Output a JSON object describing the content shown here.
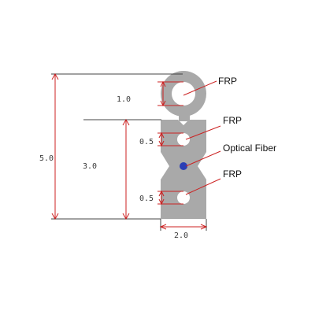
{
  "dimensions": {
    "total_height": "5.0",
    "upper_hole": "1.0",
    "body_height": "3.0",
    "hole_mid": "0.5",
    "hole_low": "0.5",
    "width": "2.0"
  },
  "callouts": {
    "frp_top": "FRP",
    "frp_mid": "FRP",
    "optical_fiber": "Optical Fiber",
    "frp_bottom": "FRP"
  },
  "colors": {
    "cable": "#a9a9a9",
    "dimension_line": "#cc2222",
    "leader": "#cc2222",
    "fiber": "#2b3fb5"
  }
}
